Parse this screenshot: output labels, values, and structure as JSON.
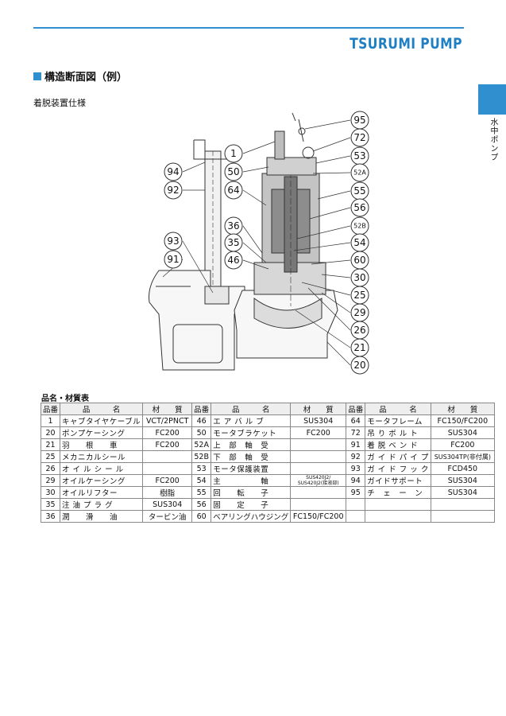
{
  "brand": "TSURUMI PUMP",
  "side_tab": "水中ポンプ",
  "section_title": "構造断面図（例）",
  "subtitle": "着脱装置仕様",
  "callouts": [
    "1",
    "50",
    "64",
    "94",
    "92",
    "36",
    "35",
    "46",
    "93",
    "91",
    "95",
    "72",
    "53",
    "52A",
    "55",
    "56",
    "52B",
    "54",
    "60",
    "30",
    "25",
    "29",
    "26",
    "21",
    "20"
  ],
  "table": {
    "title": "品名・材質表",
    "headers": [
      "品番",
      "品　　　名",
      "材　　質",
      "品番",
      "品　　　名",
      "材　　質",
      "品番",
      "品　　　名",
      "材　　質"
    ],
    "rows": [
      [
        {
          "no": "1",
          "name": "キャブタイヤケーブル",
          "mat": "VCT/2PNCT"
        },
        {
          "no": "46",
          "name": "エ ア バ ル ブ",
          "mat": "SUS304"
        },
        {
          "no": "64",
          "name": "モータフレーム",
          "mat": "FC150/FC200"
        }
      ],
      [
        {
          "no": "20",
          "name": "ポンプケーシング",
          "mat": "FC200"
        },
        {
          "no": "50",
          "name": "モータブラケット",
          "mat": "FC200"
        },
        {
          "no": "72",
          "name": "吊 り ボ ル ト",
          "mat": "SUS304"
        }
      ],
      [
        {
          "no": "21",
          "name": "羽　　根　　車",
          "mat": "FC200"
        },
        {
          "no": "52A",
          "name": "上　部　軸　受",
          "mat": ""
        },
        {
          "no": "91",
          "name": "着 脱 ベ ン ド",
          "mat": "FC200"
        }
      ],
      [
        {
          "no": "25",
          "name": "メカニカルシール",
          "mat": ""
        },
        {
          "no": "52B",
          "name": "下　部　軸　受",
          "mat": ""
        },
        {
          "no": "92",
          "name": "ガ イ ド パ イ プ",
          "mat": "SUS304TP(非付属)"
        }
      ],
      [
        {
          "no": "26",
          "name": "オ イ ル シ ー ル",
          "mat": ""
        },
        {
          "no": "53",
          "name": "モータ保護装置",
          "mat": ""
        },
        {
          "no": "93",
          "name": "ガ イ ド フ ッ ク",
          "mat": "FCD450"
        }
      ],
      [
        {
          "no": "29",
          "name": "オイルケーシング",
          "mat": "FC200"
        },
        {
          "no": "54",
          "name": "主　　　　　軸",
          "mat": "SUS420J2/ SUS420J2(接液部)"
        },
        {
          "no": "94",
          "name": "ガイドサポート",
          "mat": "SUS304"
        }
      ],
      [
        {
          "no": "30",
          "name": "オイルリフター",
          "mat": "樹脂"
        },
        {
          "no": "55",
          "name": "回　　転　　子",
          "mat": ""
        },
        {
          "no": "95",
          "name": "チ　ェ　ー　ン",
          "mat": "SUS304"
        }
      ],
      [
        {
          "no": "35",
          "name": "注 油 プ ラ グ",
          "mat": "SUS304"
        },
        {
          "no": "56",
          "name": "固　　定　　子",
          "mat": ""
        },
        {
          "no": "",
          "name": "",
          "mat": ""
        }
      ],
      [
        {
          "no": "36",
          "name": "潤　　滑　　油",
          "mat": "タービン油"
        },
        {
          "no": "60",
          "name": "ベアリングハウジング",
          "mat": "FC150/FC200"
        },
        {
          "no": "",
          "name": "",
          "mat": ""
        }
      ]
    ]
  }
}
